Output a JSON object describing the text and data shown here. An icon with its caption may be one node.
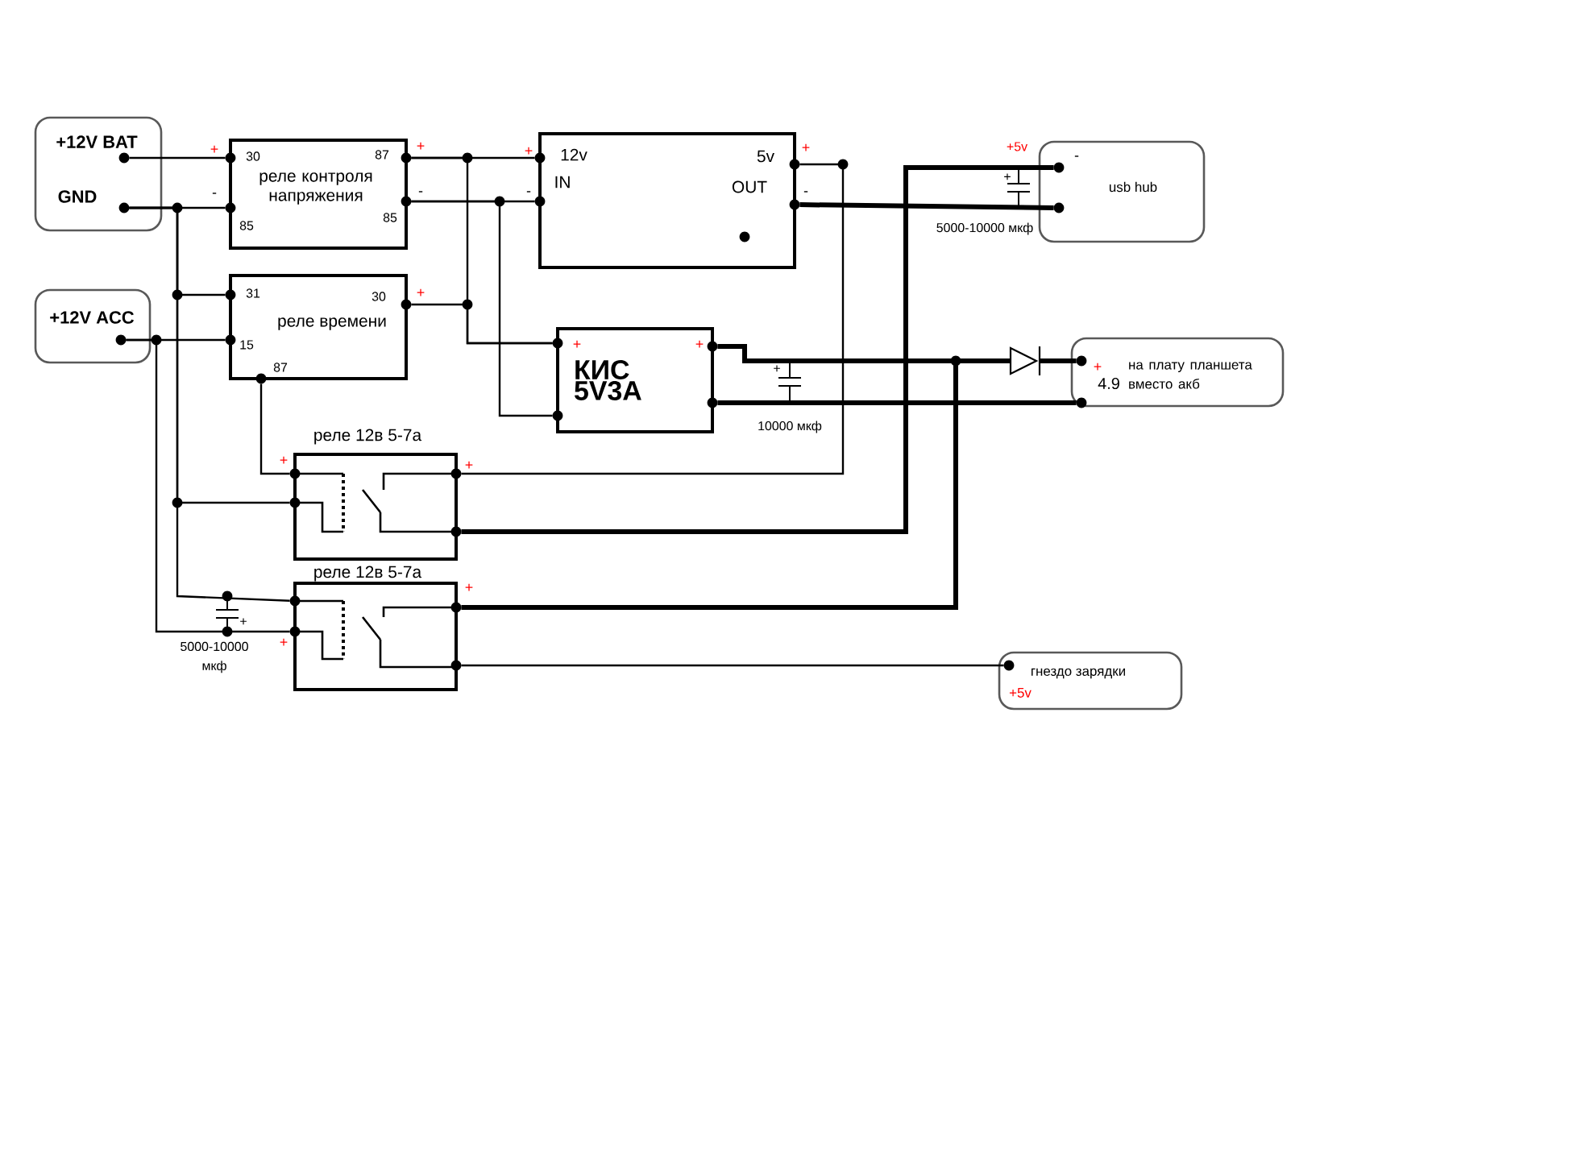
{
  "diagram": {
    "nodes": [
      {
        "text": [
          "+12V BAT",
          "GND"
        ]
      },
      {
        "text": [
          "+12V ACC"
        ]
      },
      {
        "text": [
          "30",
          "87",
          "реле контроля напряжения",
          "85",
          "85"
        ]
      },
      {
        "text": [
          "31",
          "30",
          "реле времени",
          "15",
          "87"
        ]
      },
      {
        "text": [
          "12v",
          "IN",
          "5v",
          "OUT"
        ]
      },
      {
        "text": [
          "КИС 5V3A"
        ]
      },
      {
        "text": [
          "реле 12в 5-7а"
        ]
      },
      {
        "text": [
          "реле 12в 5-7а"
        ]
      },
      {
        "text": [
          "usb hub"
        ]
      },
      {
        "text": [
          "4.9",
          "на плату планшета вместо акб"
        ]
      },
      {
        "text": [
          "гнездо зарядки",
          "+5v"
        ]
      },
      {
        "text": [],
        "shape": "diode"
      }
    ],
    "edges": [
      {
        "from": 0,
        "to": 2,
        "arrow": "none"
      },
      {
        "from": 0,
        "to": 2,
        "arrow": "none"
      },
      {
        "from": 0,
        "to": 3,
        "arrow": "none"
      },
      {
        "from": 0,
        "to": 6,
        "arrow": "none"
      },
      {
        "from": 0,
        "to": 7,
        "arrow": "none"
      },
      {
        "from": 1,
        "to": 3,
        "arrow": "none"
      },
      {
        "from": 1,
        "to": 7,
        "arrow": "none"
      },
      {
        "from": 2,
        "to": 4,
        "arrow": "none"
      },
      {
        "from": 2,
        "to": 4,
        "arrow": "none"
      },
      {
        "from": 2,
        "to": 5,
        "arrow": "none"
      },
      {
        "from": 2,
        "to": 5,
        "arrow": "none"
      },
      {
        "from": 3,
        "to": 5,
        "arrow": "none"
      },
      {
        "from": 3,
        "to": 6,
        "arrow": "none"
      },
      {
        "from": 4,
        "to": 6,
        "arrow": "none"
      },
      {
        "from": 4,
        "to": 8,
        "arrow": "none",
        "style": "thick"
      },
      {
        "from": 6,
        "to": 8,
        "arrow": "none",
        "style": "thick"
      },
      {
        "from": 5,
        "to": 11,
        "arrow": "none",
        "style": "thick"
      },
      {
        "from": 5,
        "to": 9,
        "arrow": "none",
        "style": "thick"
      },
      {
        "from": 7,
        "to": 11,
        "arrow": "none",
        "style": "thick"
      },
      {
        "from": 7,
        "to": 10,
        "arrow": "none"
      },
      {
        "from": 11,
        "to": 9,
        "arrow": "none",
        "style": "thick"
      }
    ],
    "labels": [
      "+",
      "-",
      "+",
      "-",
      "+",
      "+",
      "-",
      "+",
      "-",
      "+5v",
      "-",
      "+",
      "5000-10000 мкф",
      "+",
      "+",
      "+",
      "10000 мкф",
      "+",
      "+",
      "+",
      "+",
      "+",
      "5000-10000 мкф",
      "+"
    ]
  }
}
